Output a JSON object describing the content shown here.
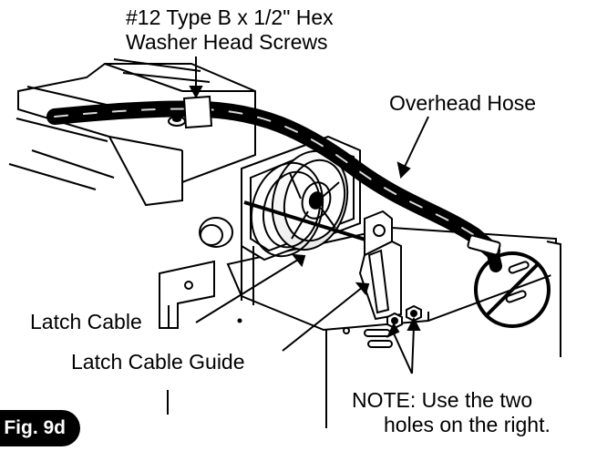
{
  "figure": {
    "badge": "Fig. 9d"
  },
  "callouts": {
    "screws": [
      "#12 Type B x 1/2\" Hex",
      "Washer Head Screws"
    ],
    "overhead_hose": "Overhead Hose",
    "latch_cable": "Latch Cable",
    "latch_cable_guide": "Latch Cable Guide",
    "note": [
      "NOTE:  Use the two",
      "holes on the right."
    ]
  }
}
